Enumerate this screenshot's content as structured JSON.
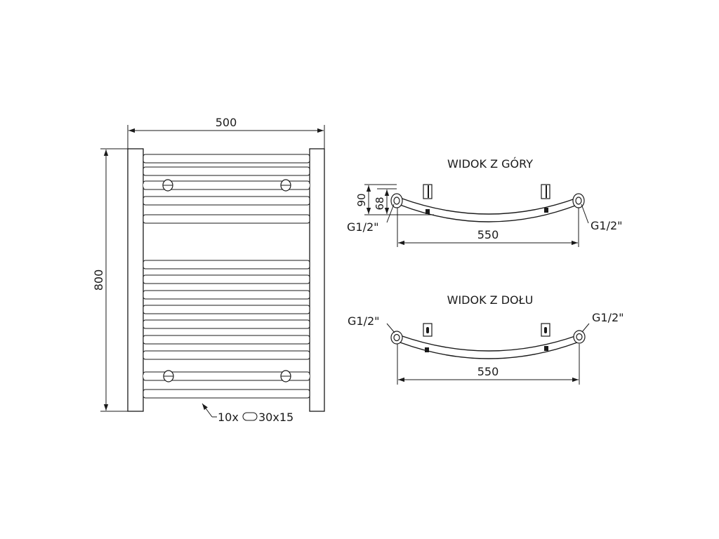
{
  "front_view": {
    "width_label": "500",
    "height_label": "800",
    "bars_label": "10x",
    "profile_icon": "oval-profile-icon",
    "profile_size": "30x15"
  },
  "top_view": {
    "title": "WIDOK Z GÓRY",
    "depth_outer": "90",
    "depth_inner": "68",
    "left_connection": "G1/2\"",
    "right_connection": "G1/2\"",
    "span_label": "550"
  },
  "bottom_view": {
    "title": "WIDOK Z DOŁU",
    "left_connection": "G1/2\"",
    "right_connection": "G1/2\"",
    "span_label": "550"
  }
}
